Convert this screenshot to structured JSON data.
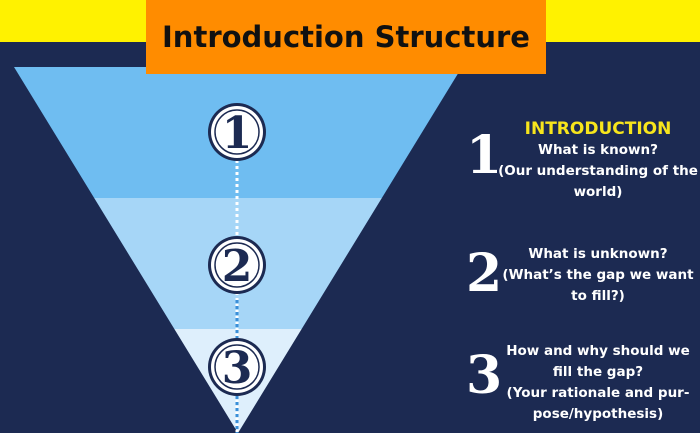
{
  "title": "Introduction Structure",
  "colors": {
    "background": "#1c2a52",
    "top_band": "#fff200",
    "title_box": "#ff8c00",
    "heading_yellow": "#f7e51c",
    "funnel_tier_1": "#6fbdf1",
    "funnel_tier_2": "#a6d6f7",
    "funnel_tier_3": "#deeffc"
  },
  "funnel_markers": [
    "1",
    "2",
    "3"
  ],
  "steps": [
    {
      "number": "1",
      "heading": "INTRODUCTION",
      "lines": [
        "What is known?",
        "(Our understanding of the",
        "world)"
      ]
    },
    {
      "number": "2",
      "heading": "",
      "lines": [
        "What is unknown?",
        "(What’s the gap we want",
        "to fill?)"
      ]
    },
    {
      "number": "3",
      "heading": "",
      "lines": [
        "How and why should we",
        "fill the gap?",
        "(Your rationale and pur-",
        "pose/hypothesis)"
      ]
    }
  ]
}
